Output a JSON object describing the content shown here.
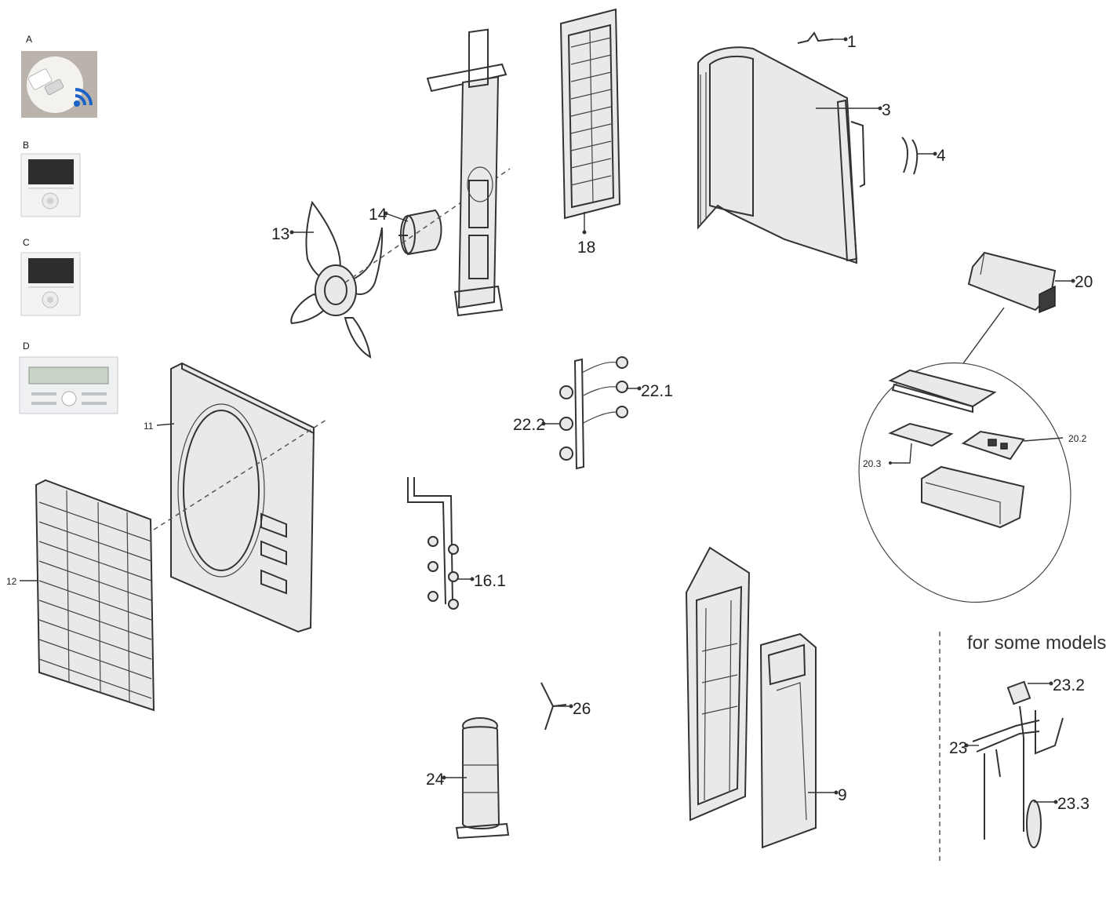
{
  "accessories": [
    {
      "letter": "A",
      "icon": "wifi-dongle-icon"
    },
    {
      "letter": "B",
      "icon": "wired-controller-icon"
    },
    {
      "letter": "C",
      "icon": "wired-controller-icon"
    },
    {
      "letter": "D",
      "icon": "lcd-controller-icon"
    }
  ],
  "callouts": {
    "p1": "1",
    "p3": "3",
    "p4": "4",
    "p9": "9",
    "p11": "11",
    "p12": "12",
    "p13": "13",
    "p14": "14",
    "p16_1": "16.1",
    "p18": "18",
    "p20": "20",
    "p20_2": "20.2",
    "p20_3": "20.3",
    "p22_1": "22.1",
    "p22_2": "22.2",
    "p23": "23",
    "p23_2": "23.2",
    "p23_3": "23.3",
    "p24": "24",
    "p26": "26"
  },
  "note": "for some models"
}
